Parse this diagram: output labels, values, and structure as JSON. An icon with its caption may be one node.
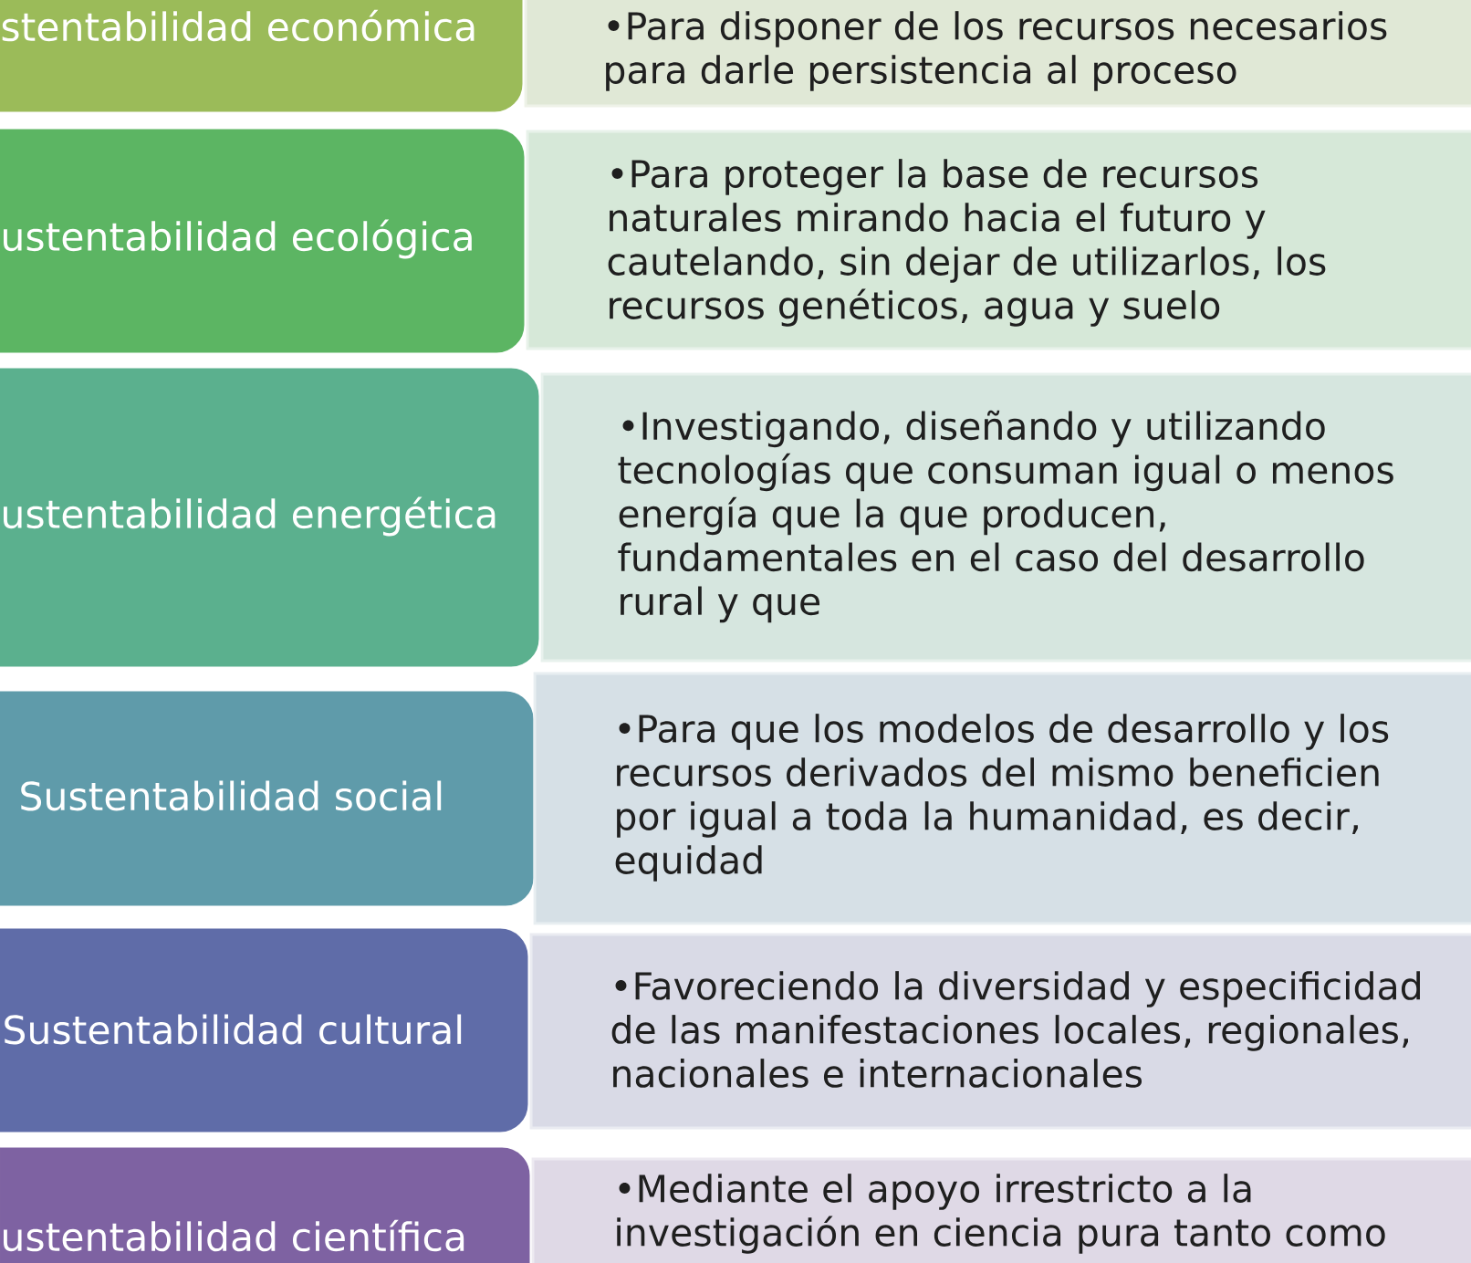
{
  "diagram": {
    "nodes": [
      {
        "text": [
          "stentabilidad económica"
        ]
      },
      {
        "text": [
          "•Para disponer de los recursos necesarios para darle persistencia al proceso"
        ]
      },
      {
        "text": [
          "ustentabilidad ecológica"
        ]
      },
      {
        "text": [
          "•Para proteger la base de recursos naturales mirando hacia el futuro y cautelando, sin dejar de utilizarlos, los recursos genéticos, agua y suelo"
        ]
      },
      {
        "text": [
          "ustentabilidad energética"
        ]
      },
      {
        "text": [
          "•Investigando, diseñando y utilizando tecnologías que consuman igual o menos energía que la que producen, fundamentales en el caso del desarrollo rural y que"
        ]
      },
      {
        "text": [
          "Sustentabilidad social"
        ]
      },
      {
        "text": [
          "•Para que los modelos de desarrollo y los recursos derivados del mismo beneficien por igual a toda la humanidad, es decir, equidad"
        ]
      },
      {
        "text": [
          "Sustentabilidad cultural"
        ]
      },
      {
        "text": [
          "•Favoreciendo la diversidad y especificidad de las manifestaciones locales, regionales, nacionales e internacionales"
        ]
      },
      {
        "text": [
          "ustentabilidad científica"
        ]
      },
      {
        "text": [
          "•Mediante el apoyo irrestricto a la investigación en ciencia pura tanto como"
        ]
      }
    ]
  }
}
